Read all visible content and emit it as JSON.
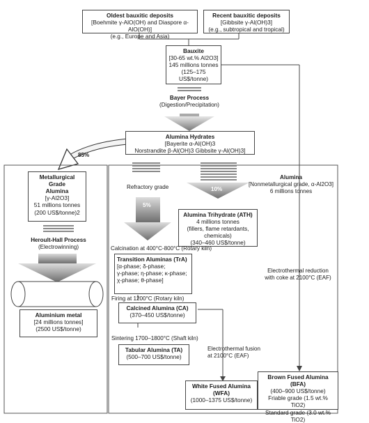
{
  "oldest": {
    "title": "Oldest bauxitic deposits",
    "line1": "[Boehmite γ-AlO(OH) and Diaspore α-AlO(OH)]",
    "line2": "(e.g., Europe and Asia)"
  },
  "recent": {
    "title": "Recent bauxitic deposits",
    "line1": "[Gibbsite γ-Al(OH)3]",
    "line2": "(e.g., subtropical and tropical)"
  },
  "bauxite": {
    "title": "Bauxite",
    "line1": "[30-65 wt.% Al2O3]",
    "line2": "145 millions tonnes",
    "line3": "(125–175 US$/tonne)"
  },
  "bayer": {
    "title": "Bayer Process",
    "subtitle": "(Digestion/Precipitation)"
  },
  "hydrates": {
    "title": "Alumina Hydrates",
    "line1": "[Bayerite α-Al(OH)3",
    "line2": "Norstrandite β-Al(OH)3 Gibbsite γ-Al(OH)3]"
  },
  "percent_85": "85%",
  "percent_10": "10%",
  "percent_5": "5%",
  "metallurgical": {
    "title1": "Metallurgical Grade",
    "title2": "Alumina",
    "line1": "[γ-Al2O3]",
    "line2": "51 millions tonnes",
    "line3": "(200 US$/tonne)2"
  },
  "heroult": {
    "title": "Heroult-Hall Process",
    "subtitle": "(Electrowinning)"
  },
  "aluminium": {
    "title": "Aluminium metal",
    "line1": "[24 millions tonnes]",
    "line2": "(2500 US$/tonne)"
  },
  "alumina": {
    "title": "Alumina",
    "line1": "[Nonmetallurgical grade, α-Al2O3]",
    "line2": "6 millions tonnes"
  },
  "refractory_grade": "Refractory grade",
  "ath": {
    "title": "Alumina Trihydrate (ATH)",
    "line1": "4 millions tonnes",
    "line2": "(fillers, flame retardants, chemicals)",
    "line3": "(340–460 US$/tonne)"
  },
  "calcination": "Calcination at 400°C-800°C (Rotary kiln)",
  "transition": {
    "title": "Transition Aluminas (TrA)",
    "line1": "[α-phase; δ-phase;",
    "line2": "γ-phase; η-phase; κ-phase;",
    "line3": "χ-phase; θ-phase]"
  },
  "firing": "Firing at 1200°C (Rotary kiln)",
  "calcined": {
    "title": "Calcined Alumina (CA)",
    "line1": "(370–450 US$/tonne)"
  },
  "sintering": "Sintering 1700–1800°C (Shaft kiln)",
  "tabular": {
    "title": "Tabular Alumina (TA)",
    "line1": "(500–700 US$/tonne)"
  },
  "electrothermal_fusion": {
    "line1": "Electrothermal fusion",
    "line2": "at 2100°C (EAF)"
  },
  "electrothermal_reduction": {
    "line1": "Electrothermal reduction",
    "line2": "with coke at 2100°C (EAF)"
  },
  "wfa": {
    "title1": "White Fused Alumina",
    "title2": "(WFA)",
    "line1": "(1000–1375 US$/tonne)"
  },
  "bfa": {
    "title": "Brown Fused Alumina (BFA)",
    "line1": "(400–900 US$/tonne)",
    "line2": "Friable grade (1.5 wt.% TiO2)",
    "line3": "Standard grade (3.0 wt.% TiO2)"
  }
}
